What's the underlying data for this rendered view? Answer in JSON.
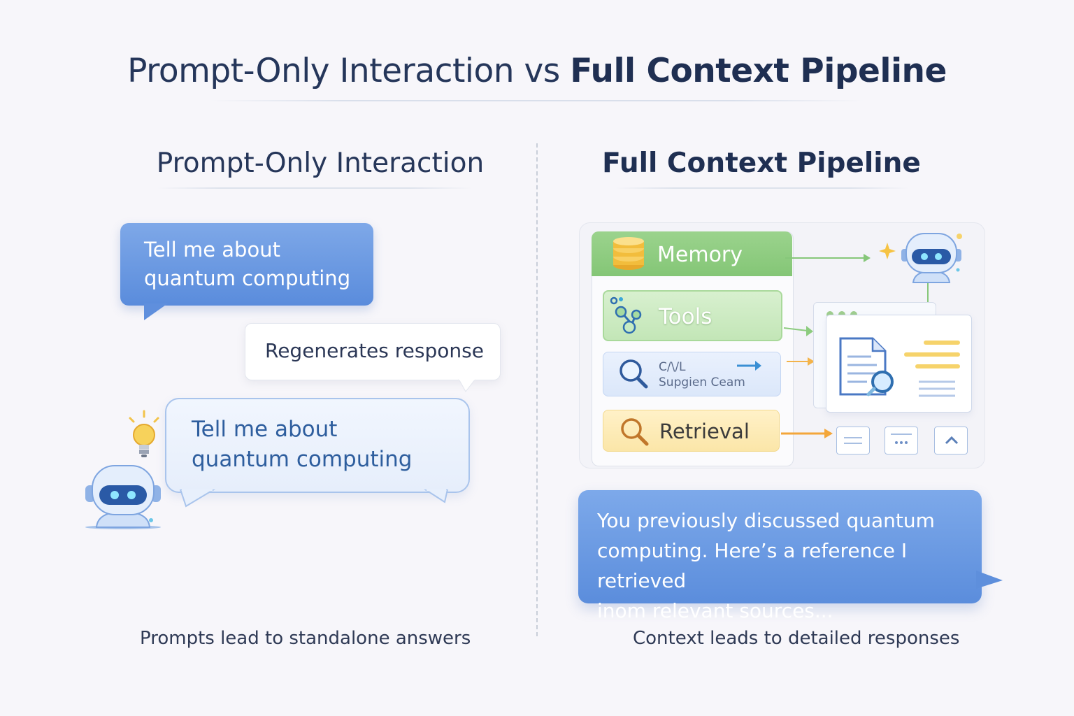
{
  "title": {
    "part1": "Prompt-Only Interaction vs ",
    "part2": "Full Context Pipeline"
  },
  "left": {
    "heading": "Prompt-Only Interaction",
    "user_prompt_line1": "Tell me about",
    "user_prompt_line2": "quantum computing",
    "regenerates": "Regenerates response",
    "repeat_prompt_line1": "Tell me about",
    "repeat_prompt_line2": "quantum computing",
    "caption": "Prompts lead to standalone answers"
  },
  "right": {
    "heading": "Full Context Pipeline",
    "memory_label": "Memory",
    "tools_label": "Tools",
    "search_line1": "C/\\/L",
    "search_line2": "Supgien Ceam",
    "retrieval_label": "Retrieval",
    "answer_line1": "You previously discussed quantum",
    "answer_line2": "computing. Here’s a reference I retrieved",
    "answer_line3": "inom relevant sources...",
    "caption": "Context leads to detailed responses"
  },
  "colors": {
    "memory_green": "#8ccb7e",
    "tools_green": "#c8e8bc",
    "search_blue": "#dfe9fb",
    "retrieval_yellow": "#fce9ae",
    "bubble_blue": "#6b9ae2",
    "text_navy": "#24324f"
  },
  "icons": [
    "lightbulb-icon",
    "robot-icon",
    "database-icon",
    "tools-icon",
    "magnifier-icon",
    "arrow-icon",
    "document-icon",
    "sparkle-icon"
  ]
}
